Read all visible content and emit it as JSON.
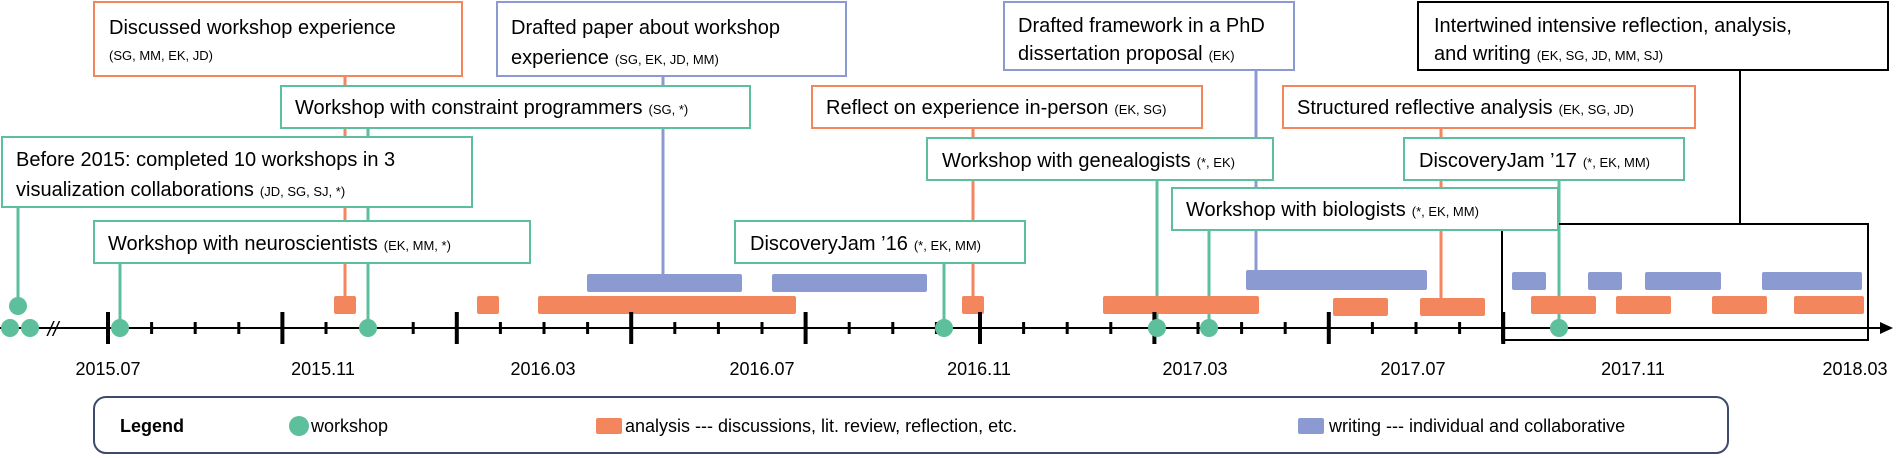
{
  "colors": {
    "workshop": "#5dbf9b",
    "analysis": "#f4865e",
    "writing": "#8b9bd1",
    "axis": "#000000",
    "legend_border": "#3e4a6b",
    "highlight_border": "#000000"
  },
  "axis": {
    "tick_labels": [
      "2015.07",
      "2015.11",
      "2016.03",
      "2016.07",
      "2016.11",
      "2017.03",
      "2017.07",
      "2017.11",
      "2018.03"
    ],
    "break_mark": "//"
  },
  "events": [
    {
      "main": "Discussed workshop experience",
      "cite": "(SG, MM, EK, JD)",
      "type": "analysis"
    },
    {
      "main": "Drafted paper about workshop",
      "main2": "experience",
      "cite": "(SG, EK, JD, MM)",
      "type": "writing"
    },
    {
      "main": "Drafted framework in a PhD",
      "main2": "dissertation proposal",
      "cite": "(EK)",
      "type": "writing"
    },
    {
      "main": "Intertwined intensive reflection, analysis,",
      "main2": "and writing",
      "cite": "(EK, SG, JD, MM, SJ)",
      "type": "highlight"
    },
    {
      "main": "Workshop with constraint programmers",
      "cite": "(SG, *)",
      "type": "workshop"
    },
    {
      "main": "Reflect on experience in-person",
      "cite": "(EK, SG)",
      "type": "analysis"
    },
    {
      "main": "Structured reflective analysis",
      "cite": "(EK, SG, JD)",
      "type": "analysis"
    },
    {
      "main": "Before 2015: completed 10 workshops in 3",
      "main2": "visualization collaborations",
      "cite": "(JD, SG, SJ, *)",
      "type": "workshop"
    },
    {
      "main": "Workshop with genealogists",
      "cite": "(*, EK)",
      "type": "workshop"
    },
    {
      "main": "DiscoveryJam ’17",
      "cite": "(*, EK, MM)",
      "type": "workshop"
    },
    {
      "main": "Workshop with biologists",
      "cite": "(*, EK, MM)",
      "type": "workshop"
    },
    {
      "main": "Workshop with neuroscientists",
      "cite": "(EK, MM, *)",
      "type": "workshop"
    },
    {
      "main": "DiscoveryJam ’16",
      "cite": "(*, EK, MM)",
      "type": "workshop"
    }
  ],
  "legend": {
    "title": "Legend",
    "workshop": "workshop",
    "analysis": "analysis --- discussions, lit. review, reflection, etc.",
    "writing": "writing --- individual and collaborative"
  }
}
